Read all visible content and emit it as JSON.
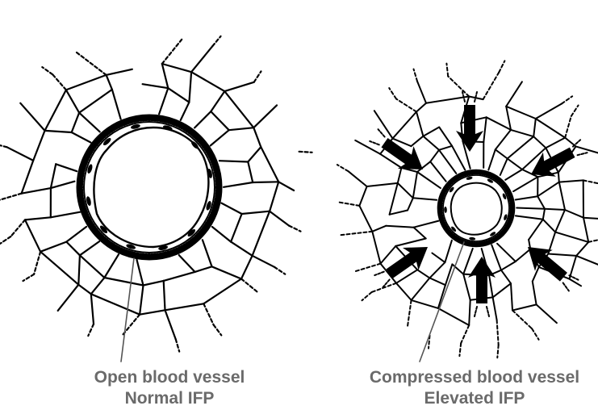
{
  "panels": {
    "left": {
      "line1": "Open blood vessel",
      "line2": "Normal IFP"
    },
    "right": {
      "line1": "Compressed blood vessel",
      "line2": "Elevated IFP"
    }
  },
  "colors": {
    "ink": "#000000",
    "caption": "#6a6a6a",
    "background": "#ffffff"
  },
  "icons": {
    "arrows": "compression-arrow-icon"
  }
}
